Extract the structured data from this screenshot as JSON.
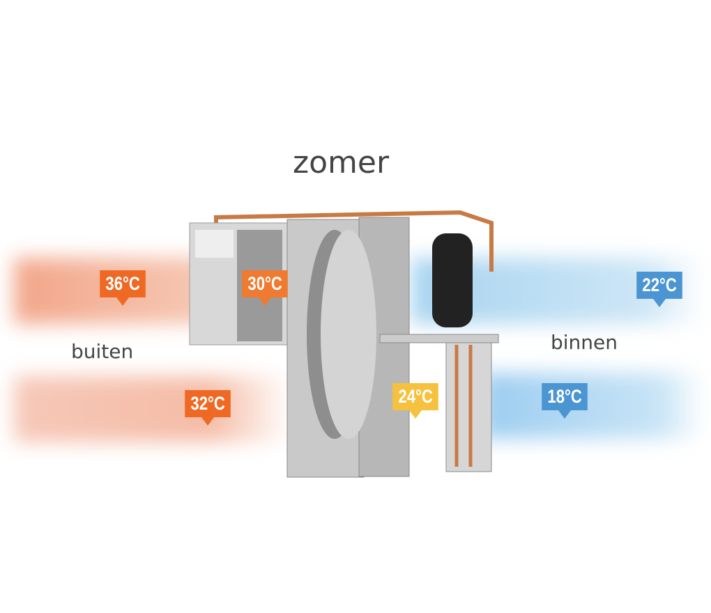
{
  "title": "zomer",
  "labels": {
    "outside": "buiten",
    "inside": "binnen"
  },
  "temperatures": [
    {
      "id": "outside-in",
      "value": "36°C",
      "color": "#ee6a24"
    },
    {
      "id": "after-coil",
      "value": "30°C",
      "color": "#f07a30"
    },
    {
      "id": "exhaust",
      "value": "32°C",
      "color": "#ee6a24"
    },
    {
      "id": "after-wheel",
      "value": "24°C",
      "color": "#f6c13e"
    },
    {
      "id": "return",
      "value": "22°C",
      "color": "#4b95d2"
    },
    {
      "id": "supply",
      "value": "18°C",
      "color": "#4b95d2"
    }
  ]
}
